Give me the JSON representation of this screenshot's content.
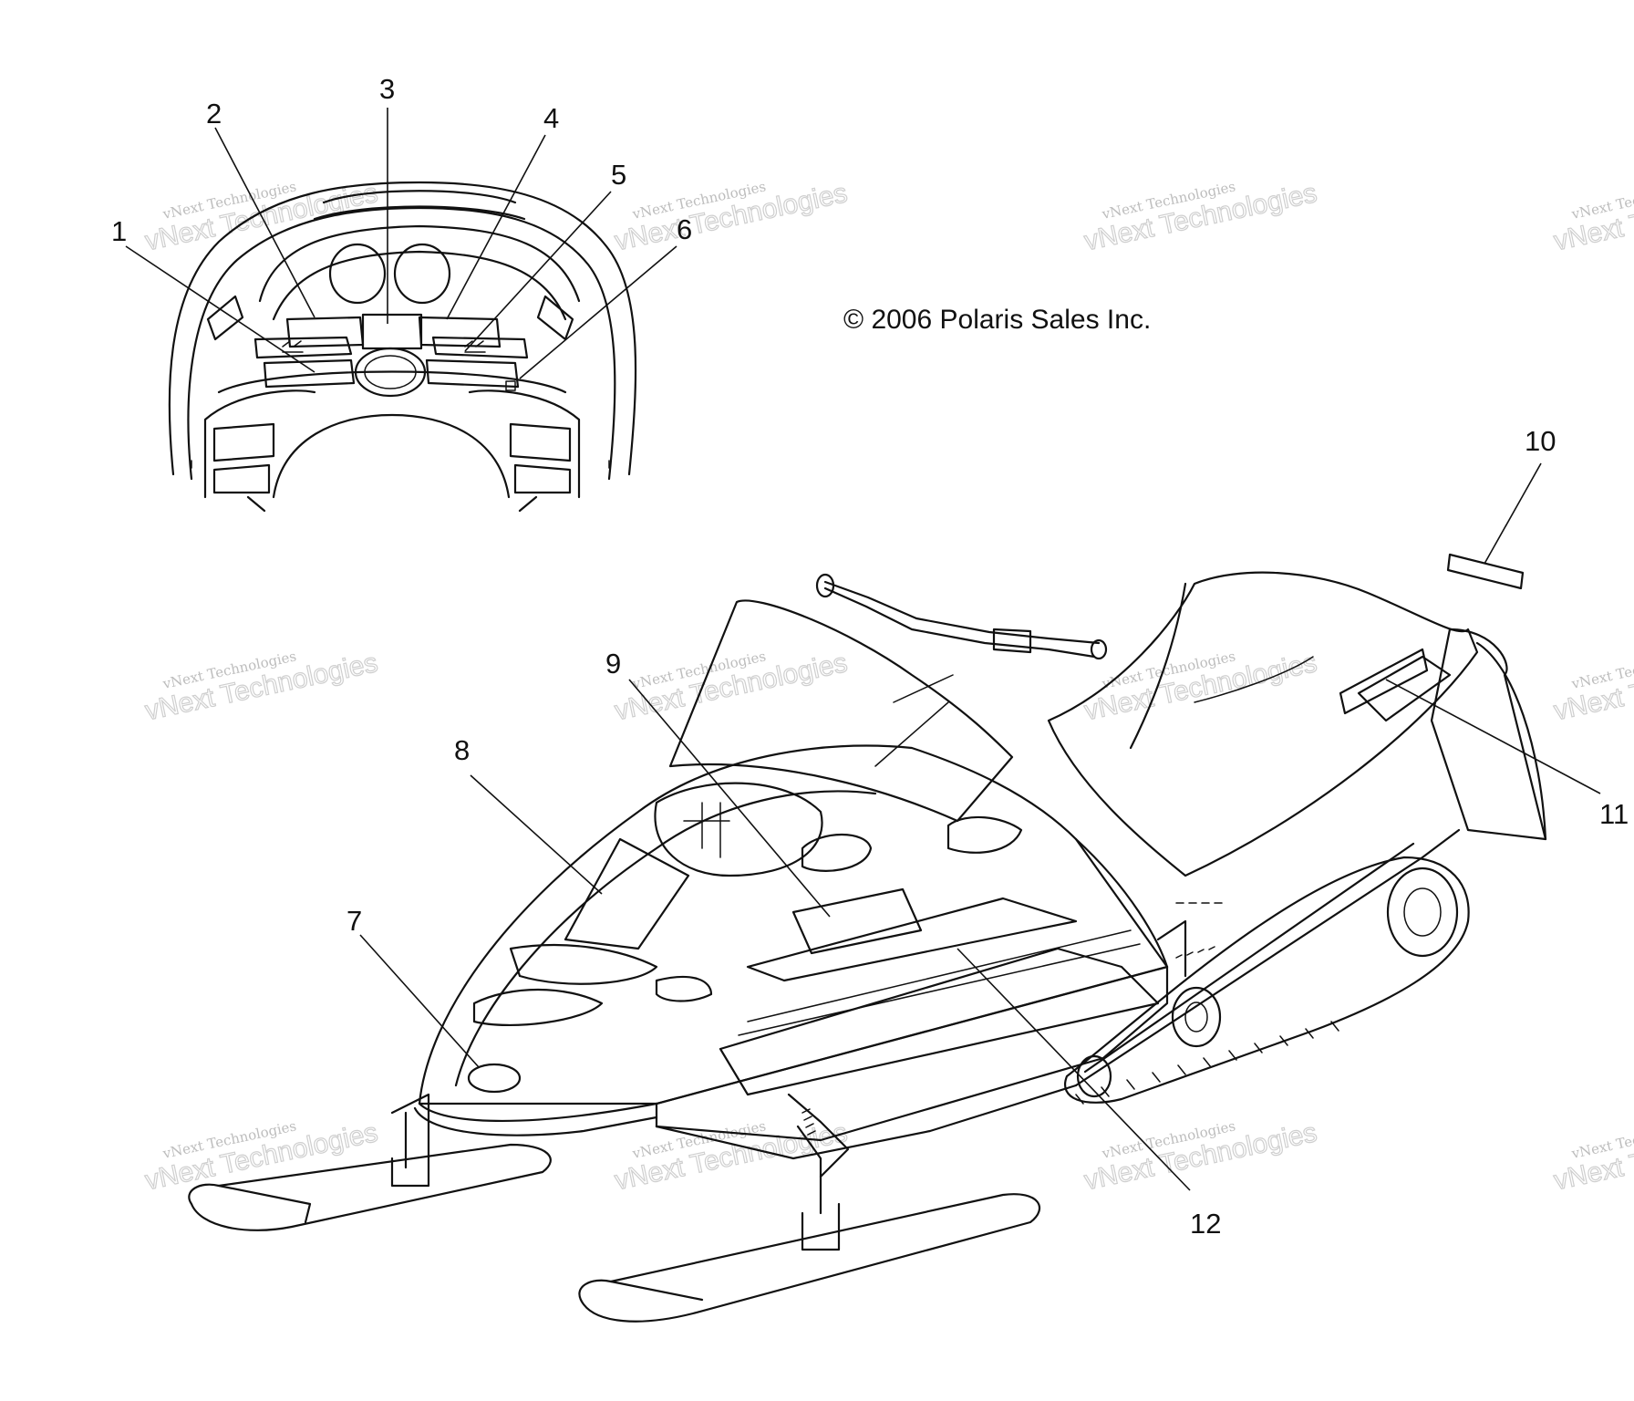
{
  "copyright": "© 2006 Polaris Sales Inc.",
  "watermark": {
    "line1": "vNext Technologies",
    "line2": "vNext Technologies"
  },
  "callouts": [
    {
      "id": "1",
      "label": "1"
    },
    {
      "id": "2",
      "label": "2"
    },
    {
      "id": "3",
      "label": "3"
    },
    {
      "id": "4",
      "label": "4"
    },
    {
      "id": "5",
      "label": "5"
    },
    {
      "id": "6",
      "label": "6"
    },
    {
      "id": "7",
      "label": "7"
    },
    {
      "id": "8",
      "label": "8"
    },
    {
      "id": "9",
      "label": "9"
    },
    {
      "id": "10",
      "label": "10"
    },
    {
      "id": "11",
      "label": "11"
    },
    {
      "id": "12",
      "label": "12"
    }
  ],
  "colors": {
    "ink": "#111111",
    "watermark": "#c8c8c8",
    "background": "#ffffff"
  }
}
